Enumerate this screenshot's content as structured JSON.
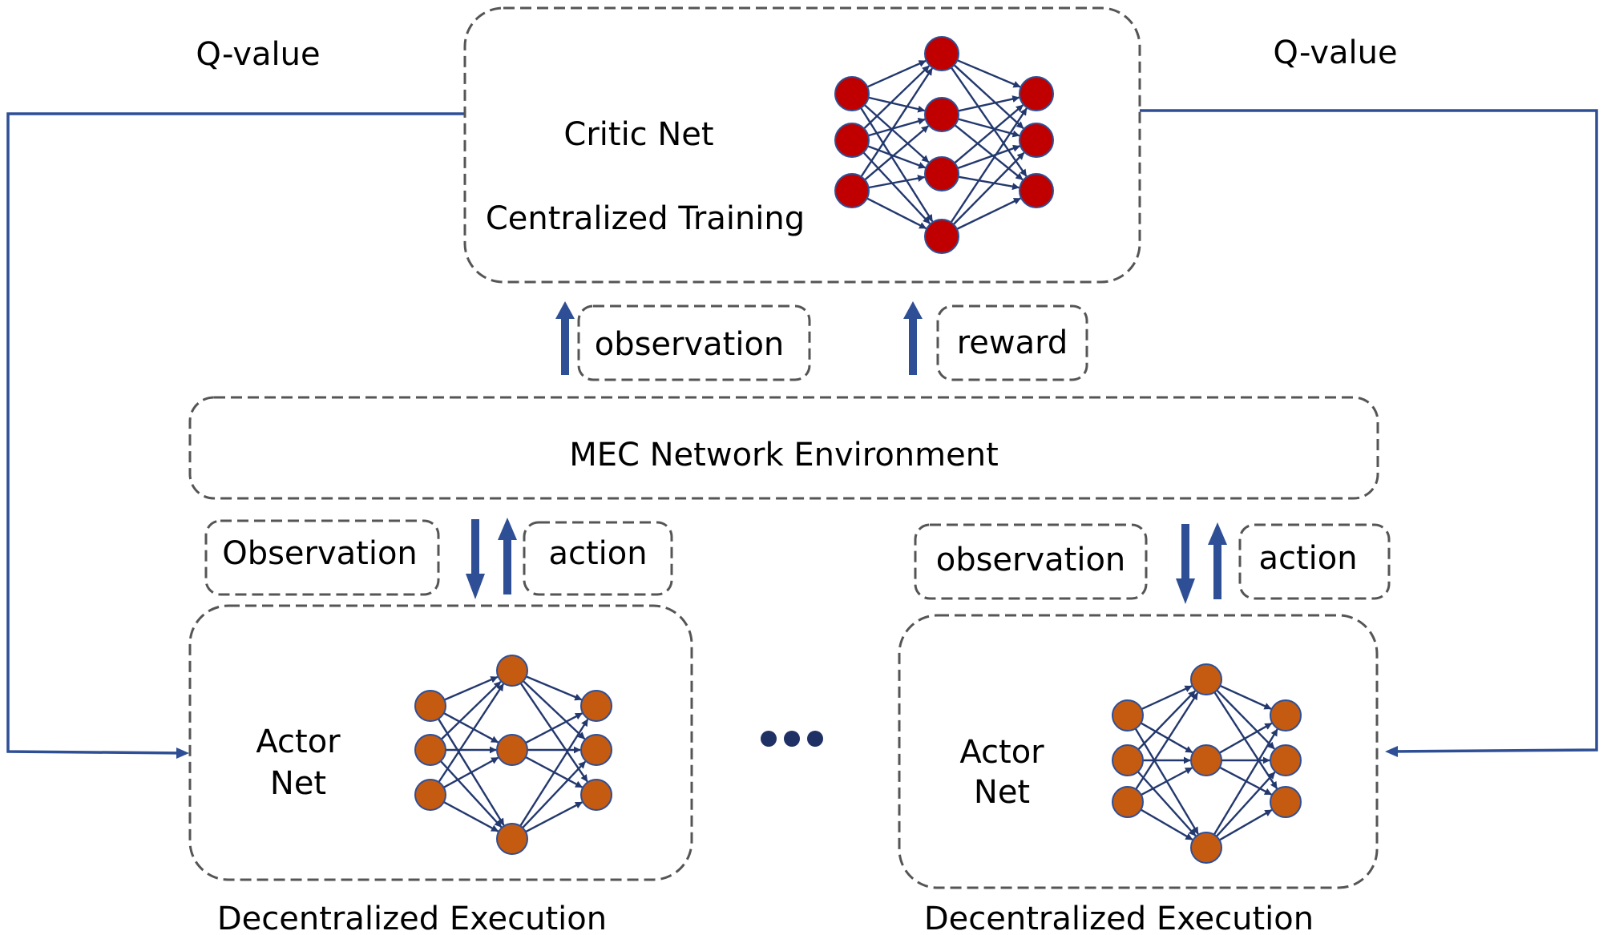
{
  "labels": {
    "q_value_left": "Q-value",
    "q_value_right": "Q-value",
    "critic_net": "Critic Net",
    "centralized_training": "Centralized Training",
    "observation_top": "observation",
    "reward": "reward",
    "environment": "MEC Network Environment",
    "observation_left": "Observation",
    "action_left": "action",
    "observation_right": "observation",
    "action_right": "action",
    "actor_left_line1": "Actor",
    "actor_left_line2": "Net",
    "actor_right_line1": "Actor",
    "actor_right_line2": "Net",
    "decentralized_left": "Decentralized Execution",
    "decentralized_right": "Decentralized Execution"
  },
  "networks": {
    "critic": {
      "layers": [
        3,
        4,
        3
      ],
      "node_color": "#C00000"
    },
    "actor_left": {
      "layers": [
        3,
        3,
        3
      ],
      "node_color": "#C55A11"
    },
    "actor_right": {
      "layers": [
        3,
        3,
        3
      ],
      "node_color": "#C55A11"
    }
  },
  "colors": {
    "flow": "#2E4F95",
    "box_border": "#555555",
    "edge": "#23386E"
  },
  "icons": {
    "ellipsis": "three-dots"
  }
}
